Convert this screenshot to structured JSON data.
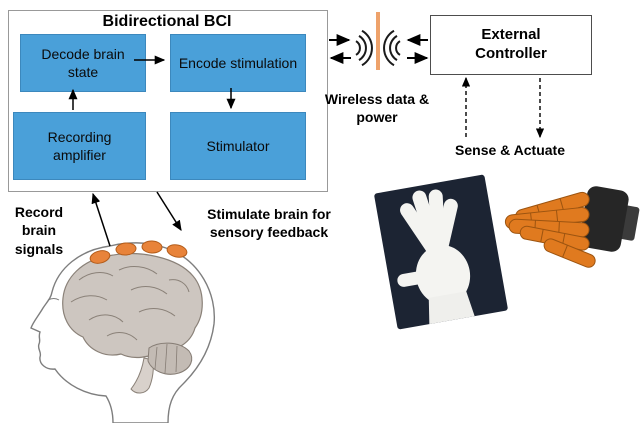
{
  "title": "Bidirectional BCI",
  "bci": {
    "decode": "Decode brain state",
    "encode": "Encode stimulation",
    "amplifier": "Recording amplifier",
    "stimulator": "Stimulator"
  },
  "controller": {
    "label": "External Controller"
  },
  "labels": {
    "wireless": "Wireless data & power",
    "sense_actuate": "Sense & Actuate",
    "record": "Record brain signals",
    "stimulate": "Stimulate brain for sensory feedback"
  },
  "colors": {
    "node_blue": "#4aa0d9",
    "accent_orange": "#e8833a",
    "border_gray": "#999999"
  },
  "icons": {
    "wireless": "wireless-waves-icon",
    "electrodes": "electrode-dots",
    "brain": "brain-head-illustration",
    "glove": "gloved-hand-photo",
    "robot": "robotic-hand-photo"
  }
}
